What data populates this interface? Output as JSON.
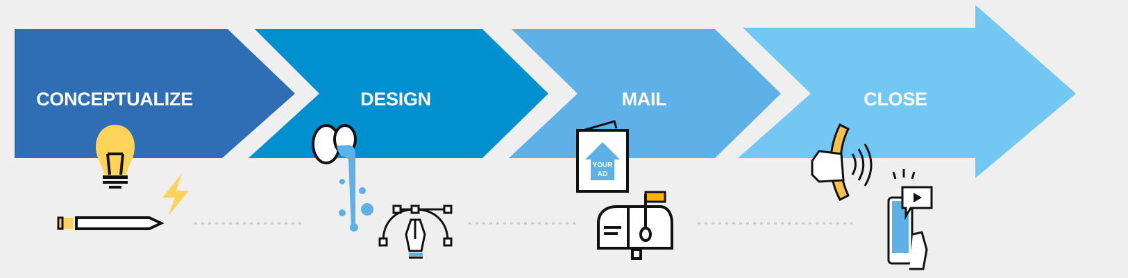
{
  "steps": [
    {
      "label": "CONCEPTUALIZE",
      "color": "#2f6db5"
    },
    {
      "label": "DESIGN",
      "color": "#0090d0"
    },
    {
      "label": "MAIL",
      "color": "#5db1e6"
    },
    {
      "label": "CLOSE",
      "color": "#72c7f3"
    }
  ],
  "mail_ad": {
    "line1": "YOUR",
    "line2": "AD"
  },
  "colors": {
    "background": "#eeefee",
    "yellow": "#fdd35a",
    "dark": "#111111",
    "lightblue": "#5db1e6"
  }
}
